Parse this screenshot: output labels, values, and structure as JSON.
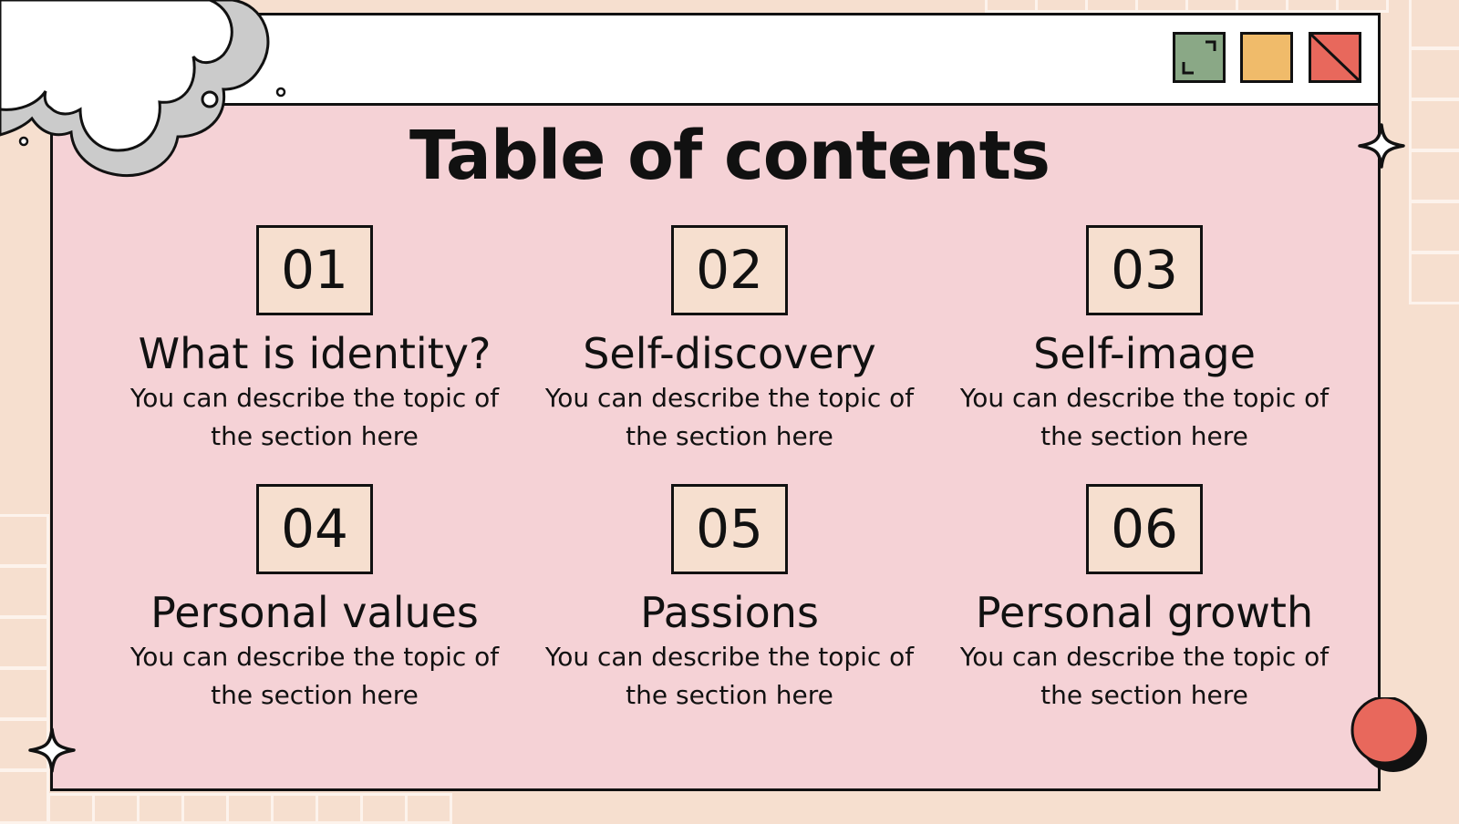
{
  "slide": {
    "title": "Table of contents",
    "colors": {
      "background": "#f6dfcf",
      "window_body": "#f5d2d6",
      "titlebar": "#ffffff",
      "maximize": "#8aa886",
      "minimize": "#f0bb6a",
      "close": "#e8685c",
      "number_box": "#f6dfcf",
      "cloud_shadow": "#cbcbcb"
    }
  },
  "window_controls": [
    {
      "name": "maximize",
      "icon": "expand-corners-icon"
    },
    {
      "name": "minimize",
      "icon": "blank-square-icon"
    },
    {
      "name": "close",
      "icon": "diagonal-slash-icon"
    }
  ],
  "sections": [
    {
      "number": "01",
      "title": "What is identity?",
      "desc_line1": "You can describe the topic of",
      "desc_line2": "the section here"
    },
    {
      "number": "02",
      "title": "Self-discovery",
      "desc_line1": "You can describe the topic of",
      "desc_line2": "the section here"
    },
    {
      "number": "03",
      "title": "Self-image",
      "desc_line1": "You can describe the topic of",
      "desc_line2": "the section here"
    },
    {
      "number": "04",
      "title": "Personal values",
      "desc_line1": "You can describe the topic of",
      "desc_line2": "the section here"
    },
    {
      "number": "05",
      "title": "Passions",
      "desc_line1": "You can describe the topic of",
      "desc_line2": "the section here"
    },
    {
      "number": "06",
      "title": "Personal growth",
      "desc_line1": "You can describe the topic of",
      "desc_line2": "the section here"
    }
  ]
}
